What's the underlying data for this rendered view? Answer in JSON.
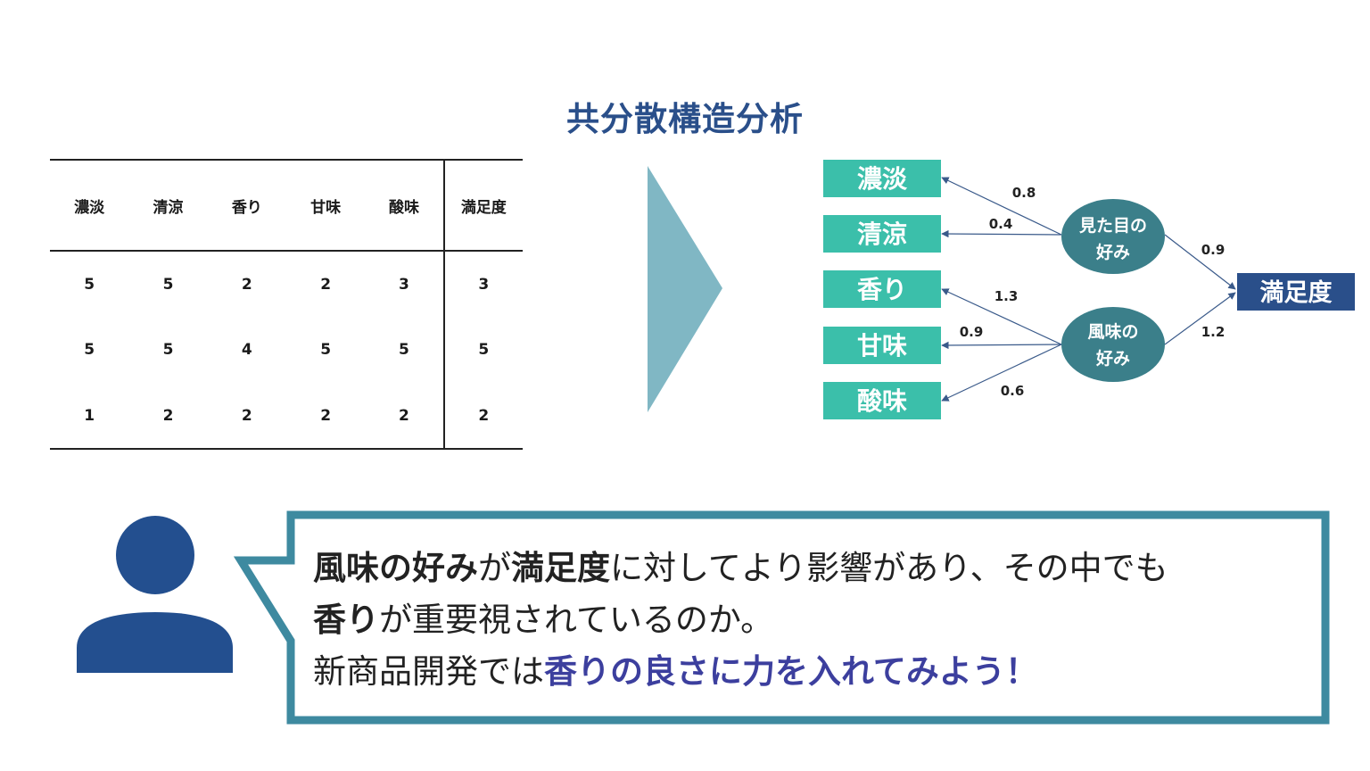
{
  "title": "共分散構造分析",
  "table": {
    "headers": [
      "濃淡",
      "清涼",
      "香り",
      "甘味",
      "酸味",
      "満足度"
    ],
    "rows": [
      [
        "5",
        "5",
        "2",
        "2",
        "3",
        "3"
      ],
      [
        "5",
        "5",
        "4",
        "5",
        "5",
        "5"
      ],
      [
        "1",
        "2",
        "2",
        "2",
        "2",
        "2"
      ]
    ]
  },
  "diagram": {
    "observed": [
      "濃淡",
      "清涼",
      "香り",
      "甘味",
      "酸味"
    ],
    "latent_visual": [
      "見た目の",
      "好み"
    ],
    "latent_flavor": [
      "風味の",
      "好み"
    ],
    "outcome": "満足度",
    "coefficients": {
      "visual_noutan": "0.8",
      "visual_seiryo": "0.4",
      "flavor_kaori": "1.3",
      "flavor_amami": "0.9",
      "flavor_sanmi": "0.6",
      "visual_satisfaction": "0.9",
      "flavor_satisfaction": "1.2"
    }
  },
  "colors": {
    "observed_fill": "#3bbfaa",
    "latent_fill": "#3b7f8a",
    "outcome_fill": "#2a4f8a",
    "arrow_fill": "#80b7c4",
    "bubble_border": "#3e8aa0",
    "person_fill": "#234f8f",
    "accent_text": "#3c3f9e"
  },
  "speech": {
    "l1_a": "風味の好み",
    "l1_b": "が",
    "l1_c": "満足度",
    "l1_d": "に対してより影響があり、その中でも",
    "l2_a": "香り",
    "l2_b": "が重要視されているのか。",
    "l3_a": "新商品開発では",
    "l3_b": "香りの良さに力を入れてみよう！"
  }
}
